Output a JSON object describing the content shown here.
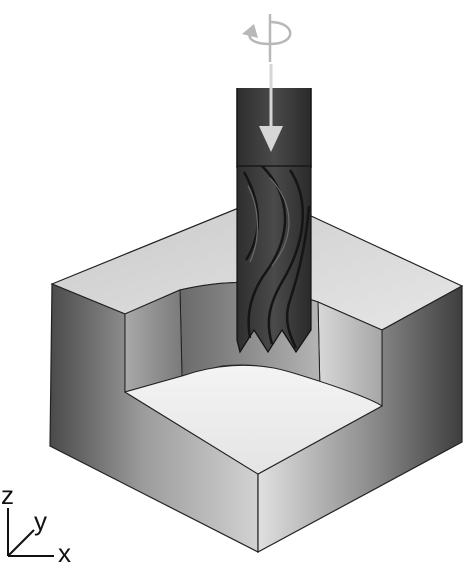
{
  "axes": {
    "z_label": "z",
    "y_label": "y",
    "x_label": "x"
  },
  "icons": {
    "rotation": "rotation-arrow-icon",
    "feed": "down-arrow-icon"
  },
  "colors": {
    "tool_dark": "#3b3b3b",
    "tool_flute": "#262626",
    "block_light": "#dcdcdc",
    "block_mid": "#9a9a9a",
    "block_dark": "#555555",
    "arrow": "#b8b8b8"
  }
}
